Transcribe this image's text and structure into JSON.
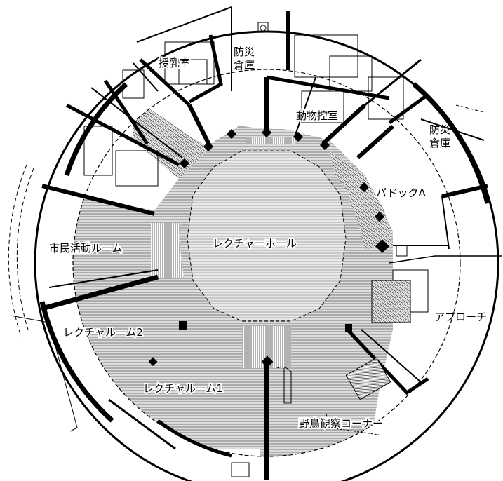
{
  "labels": {
    "disaster_storage_1_line1": "防災",
    "disaster_storage_1_line2": "倉庫",
    "nursing_room": "授乳室",
    "animal_room": "動物控室",
    "disaster_storage_2_line1": "防災",
    "disaster_storage_2_line2": "倉庫",
    "paddock_a": "パドックA",
    "citizen_activity_room": "市民活動ルーム",
    "lecture_hall": "レクチャーホール",
    "lecture_room_2": "レクチャルーム2",
    "lecture_room_1": "レクチャルーム1",
    "approach": "アプローチ",
    "bird_watching_corner": "野鳥観察コーナー"
  }
}
